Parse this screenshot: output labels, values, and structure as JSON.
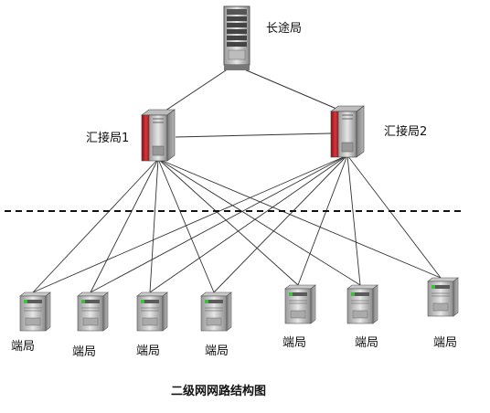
{
  "title": "二级网网路结构图",
  "nodes": {
    "toll": {
      "label": "长途局"
    },
    "tandem1": {
      "label": "汇接局1"
    },
    "tandem2": {
      "label": "汇接局2"
    },
    "ends": [
      {
        "label": "端局"
      },
      {
        "label": "端局"
      },
      {
        "label": "端局"
      },
      {
        "label": "端局"
      },
      {
        "label": "端局"
      },
      {
        "label": "端局"
      },
      {
        "label": "端局"
      }
    ]
  },
  "colors": {
    "line": "#222222",
    "tandem_accent": "#c0262e",
    "server_body": "#d9d9d9"
  }
}
